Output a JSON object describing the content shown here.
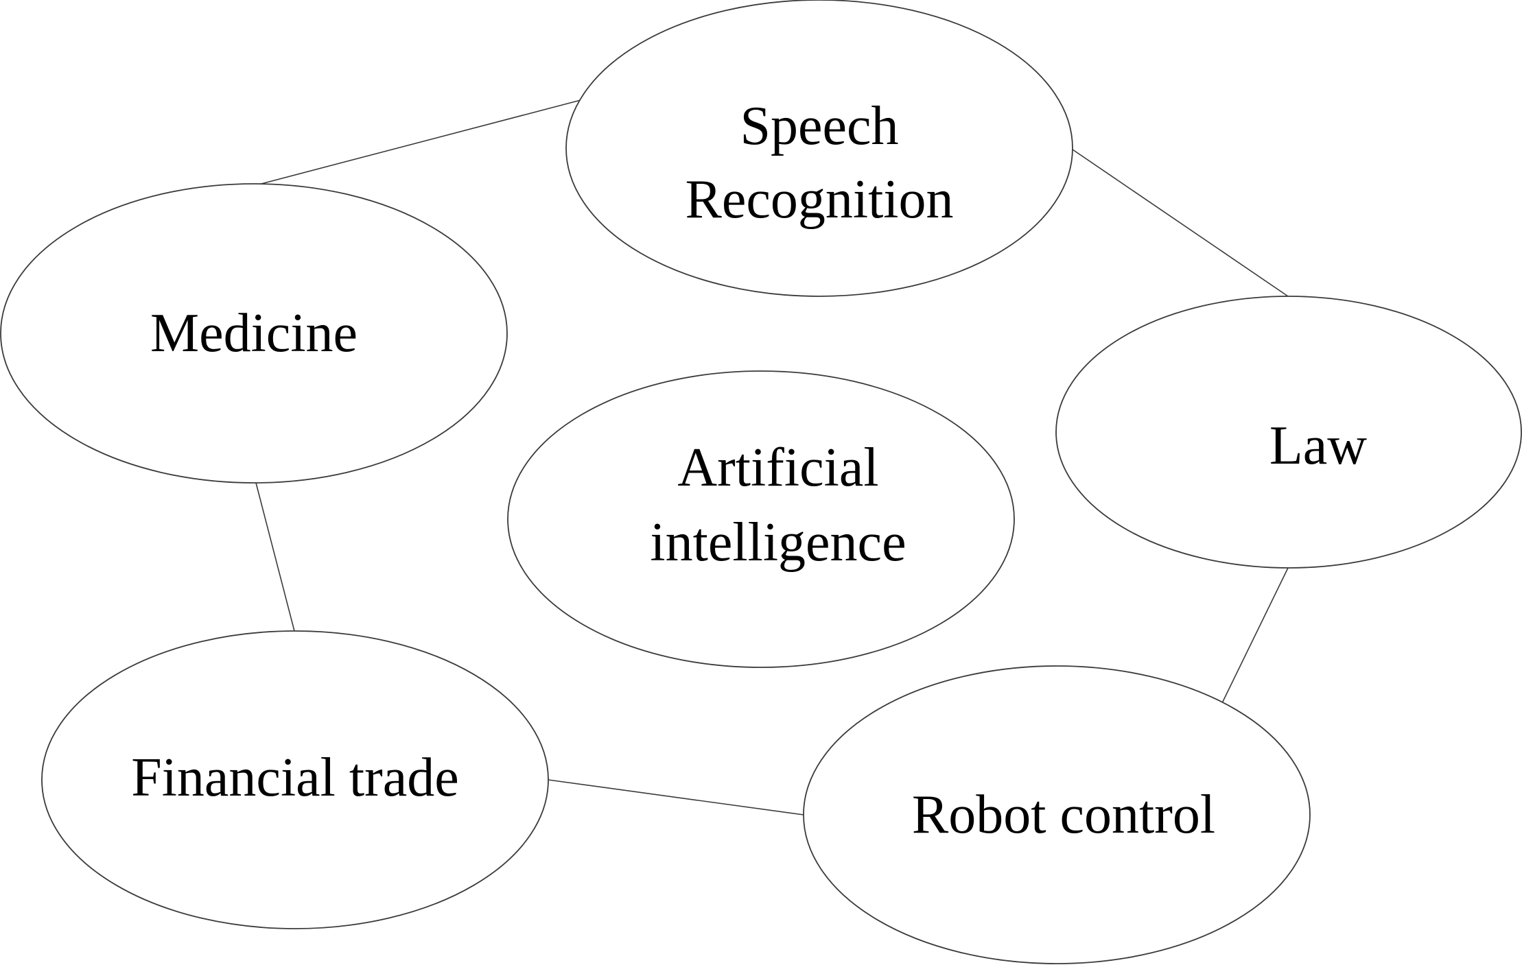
{
  "nodes": {
    "speech": {
      "line1": "Speech",
      "line2": "Recognition"
    },
    "medicine": {
      "label": "Medicine"
    },
    "ai": {
      "line1": "Artificial",
      "line2": "intelligence"
    },
    "law": {
      "label": "Law"
    },
    "financial": {
      "label": "Financial trade"
    },
    "robot": {
      "label": "Robot control"
    }
  },
  "connections": [
    [
      "medicine",
      "speech"
    ],
    [
      "speech",
      "law"
    ],
    [
      "law",
      "robot"
    ],
    [
      "robot",
      "financial"
    ],
    [
      "financial",
      "medicine"
    ]
  ]
}
